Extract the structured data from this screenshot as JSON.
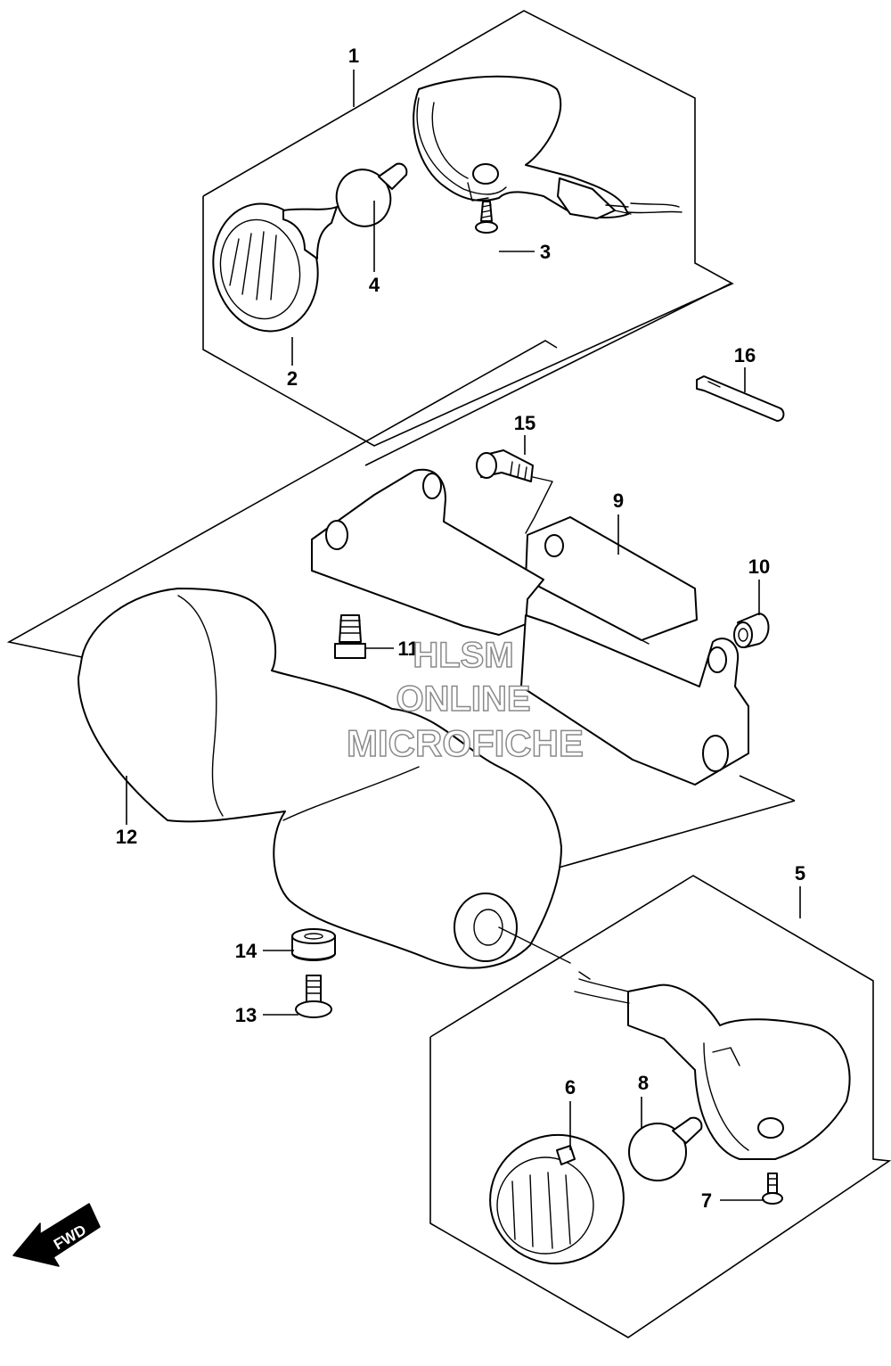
{
  "diagram": {
    "callouts": [
      "1",
      "2",
      "3",
      "4",
      "5",
      "6",
      "7",
      "8",
      "9",
      "10",
      "11",
      "12",
      "13",
      "14",
      "15",
      "16"
    ],
    "direction_arrow": {
      "label": "FWD",
      "icon": "fwd-arrow-icon"
    }
  },
  "watermark": {
    "lines": [
      "HLSM",
      "ONLINE",
      "MICROFICHE"
    ],
    "color": "#8a8a8a"
  }
}
